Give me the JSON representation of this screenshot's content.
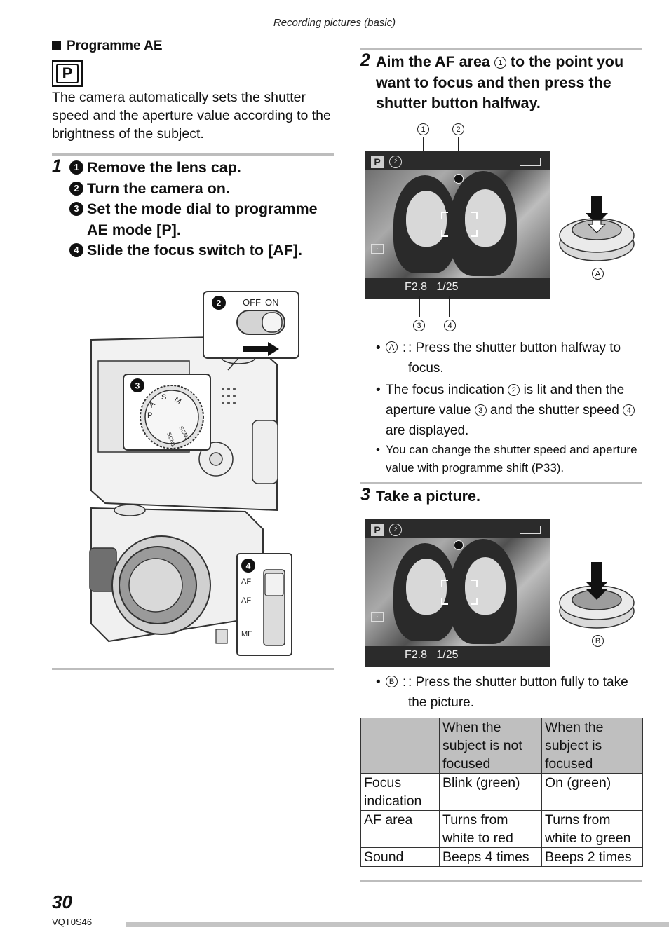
{
  "header": {
    "title": "Recording pictures (basic)"
  },
  "section": {
    "heading": "Programme AE",
    "mode_icon": "P",
    "intro": "The camera automatically sets the shutter speed and the aperture value according to the brightness of the subject."
  },
  "step1": {
    "number": "1",
    "items": [
      {
        "num": "1",
        "text": "Remove the lens cap."
      },
      {
        "num": "2",
        "text": "Turn the camera on."
      },
      {
        "num": "3",
        "text": "Set the mode dial to programme AE mode [P]."
      },
      {
        "num": "4",
        "text": "Slide the focus switch to [AF]."
      }
    ],
    "figure": {
      "callouts": [
        "2",
        "3",
        "4"
      ],
      "power_switch_labels": {
        "off": "OFF",
        "on": "ON"
      },
      "dial_labels": [
        "M",
        "S",
        "A",
        "P",
        "SCN2",
        "SCN1"
      ],
      "focus_switch_labels": [
        "AF",
        "AF",
        "MF"
      ]
    }
  },
  "step2": {
    "number": "2",
    "title_before": "Aim the AF area",
    "title_marker": "1",
    "title_after": "to the point you want to focus and then press the shutter button halfway.",
    "screen_labels": {
      "mode": "P",
      "aperture": "F2.8",
      "shutter": "1/25"
    },
    "callouts_top": [
      "1",
      "2"
    ],
    "callouts_bottom": [
      "3",
      "4"
    ],
    "button_label": "A",
    "bullets": [
      {
        "marker": "A",
        "text": ": Press the shutter button halfway to focus."
      },
      {
        "text_a": "The focus indication",
        "m1": "2",
        "text_b": "is lit and then the aperture value",
        "m2": "3",
        "text_c": "and the shutter speed",
        "m3": "4",
        "text_d": "are displayed."
      },
      {
        "text": "You can change the shutter speed and aperture value with programme shift (P33)."
      }
    ]
  },
  "step3": {
    "number": "3",
    "title": "Take a picture.",
    "screen_labels": {
      "mode": "P",
      "aperture": "F2.8",
      "shutter": "1/25"
    },
    "button_label": "B",
    "bullet": {
      "marker": "B",
      "text": ": Press the shutter button fully to take the picture."
    }
  },
  "table": {
    "header": [
      "",
      "When the subject is not focused",
      "When the subject is focused"
    ],
    "rows": [
      [
        "Focus indication",
        "Blink (green)",
        "On (green)"
      ],
      [
        "AF area",
        "Turns from white to red",
        "Turns from white to green"
      ],
      [
        "Sound",
        "Beeps 4 times",
        "Beeps 2 times"
      ]
    ]
  },
  "footer": {
    "page": "30",
    "code": "VQT0S46"
  }
}
